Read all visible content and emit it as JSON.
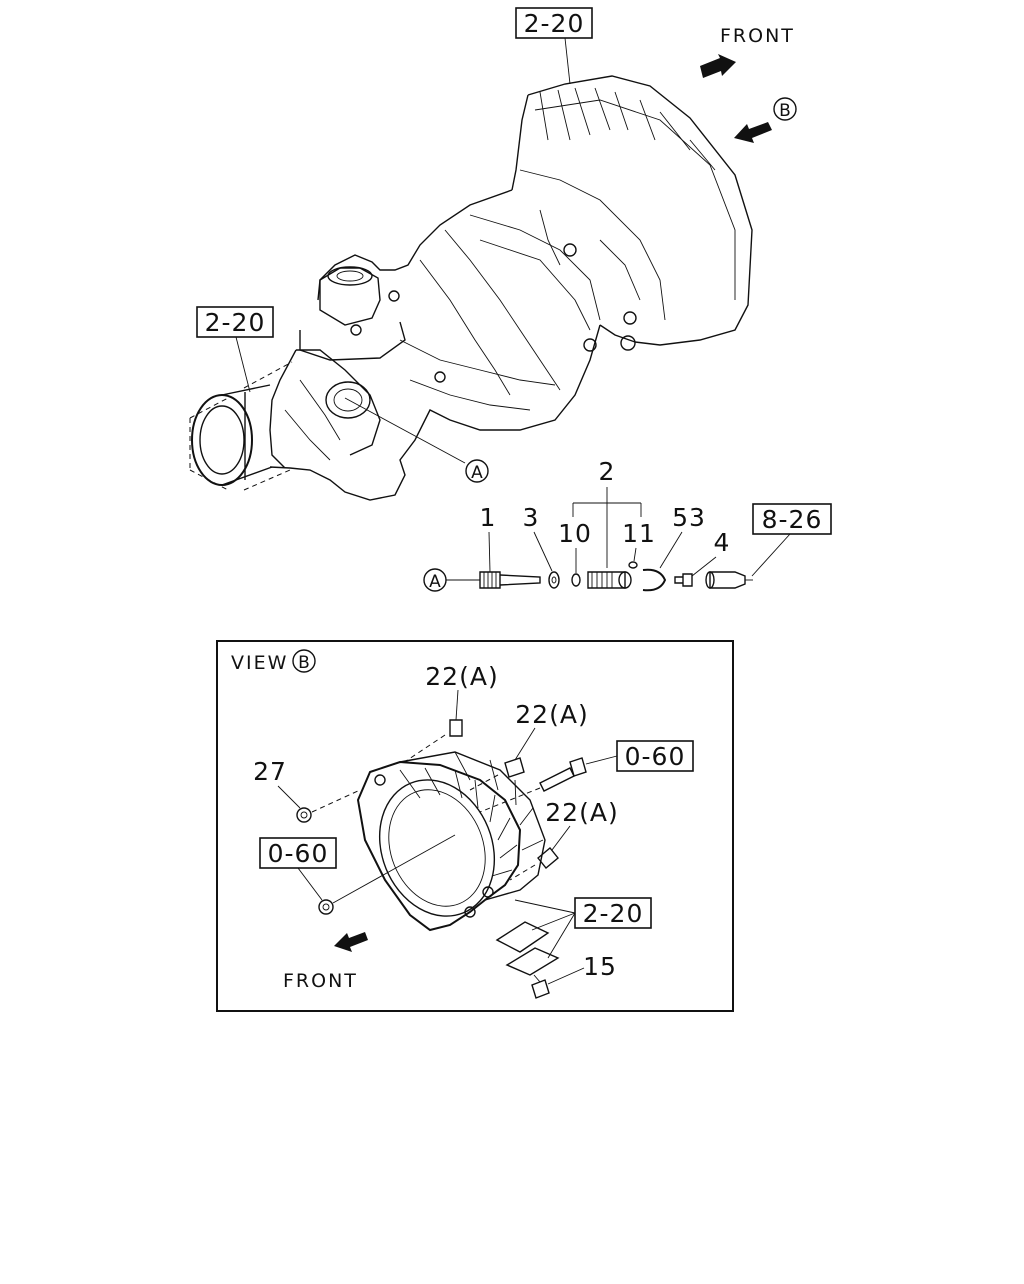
{
  "labels": {
    "ref_2_20": "2-20",
    "ref_0_60": "0-60",
    "ref_8_26": "8-26",
    "front": "FRONT",
    "view": "VIEW",
    "marker_a": "A",
    "marker_b": "B",
    "part_1": "1",
    "part_2": "2",
    "part_3": "3",
    "part_4": "4",
    "part_10": "10",
    "part_11": "11",
    "part_15": "15",
    "part_27": "27",
    "part_53": "53",
    "part_22a": "22(A)"
  },
  "colors": {
    "ink": "#111111",
    "paper": "#ffffff"
  }
}
